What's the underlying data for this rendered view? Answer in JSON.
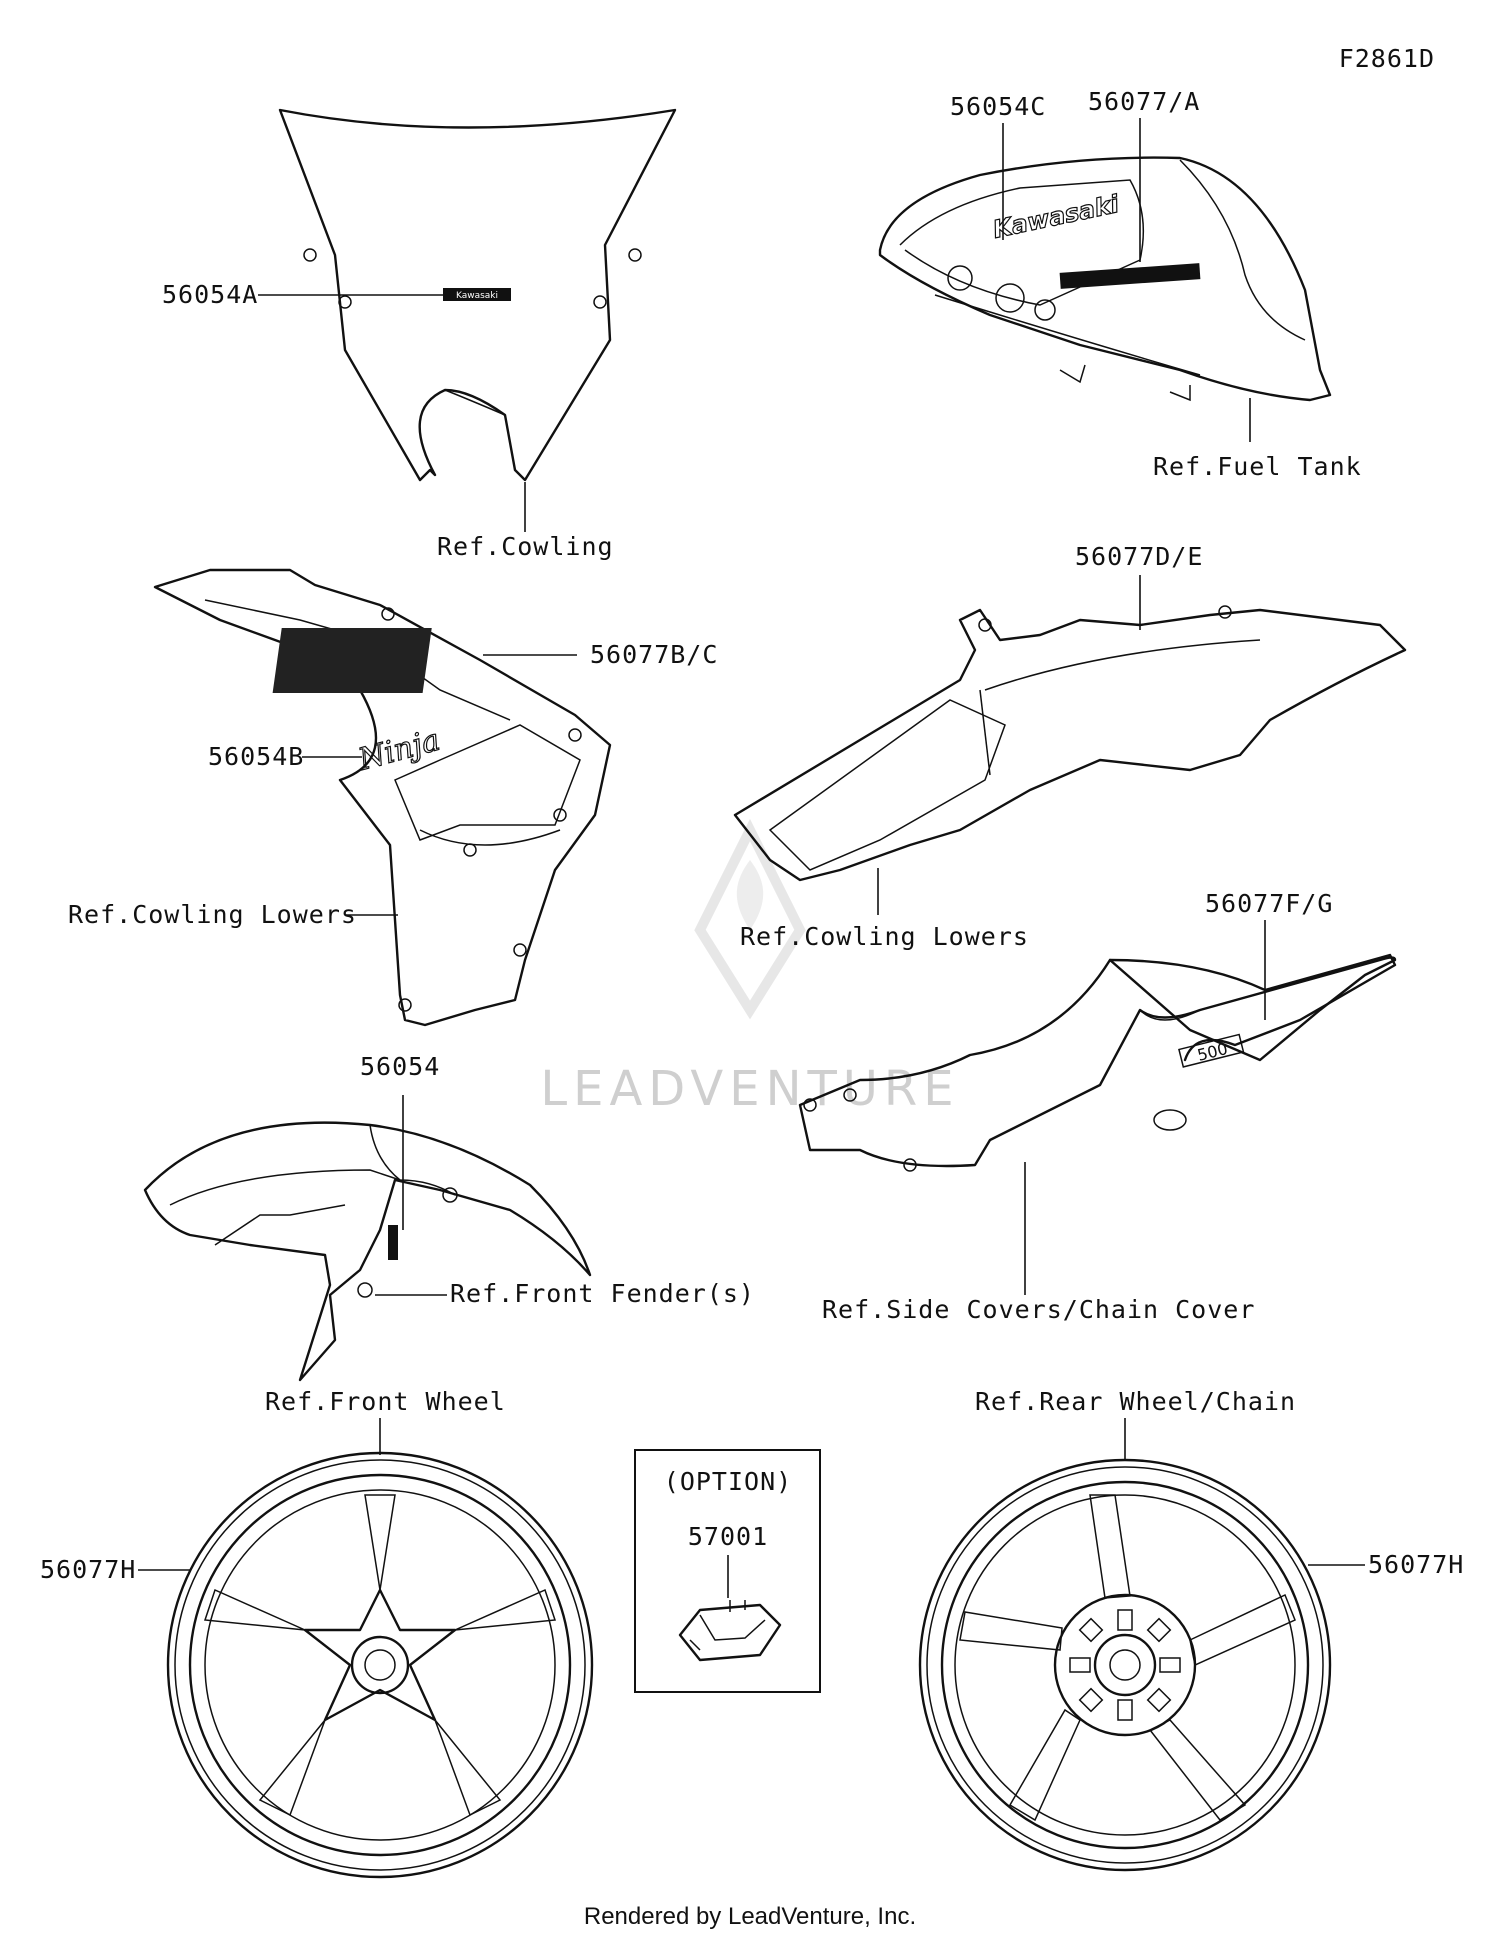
{
  "diagram": {
    "code": "F2861D",
    "watermark": "LEADVENTURE",
    "credit": "Rendered by LeadVenture, Inc.",
    "labels": {
      "p56054a": "56054A",
      "ref_cowling": "Ref.Cowling",
      "p56054c": "56054C",
      "p56077a": "56077/A",
      "ref_fuel_tank": "Ref.Fuel Tank",
      "p56077bc": "56077B/C",
      "p56054b": "56054B",
      "ref_cowling_lowers_left": "Ref.Cowling Lowers",
      "p56077de": "56077D/E",
      "ref_cowling_lowers_right": "Ref.Cowling Lowers",
      "p56077fg": "56077F/G",
      "p56054": "56054",
      "ref_front_fender": "Ref.Front Fender(s)",
      "ref_side_covers": "Ref.Side Covers/Chain Cover",
      "ref_front_wheel": "Ref.Front Wheel",
      "ref_rear_wheel": "Ref.Rear Wheel/Chain",
      "p56077h_left": "56077H",
      "p56077h_right": "56077H",
      "option": "(OPTION)",
      "p57001": "57001"
    },
    "decal_text": {
      "windscreen_badge": "Kawasaki",
      "tank_logo": "Kawasaki",
      "side_logo": "Ninja",
      "tail_badge": "500"
    }
  }
}
